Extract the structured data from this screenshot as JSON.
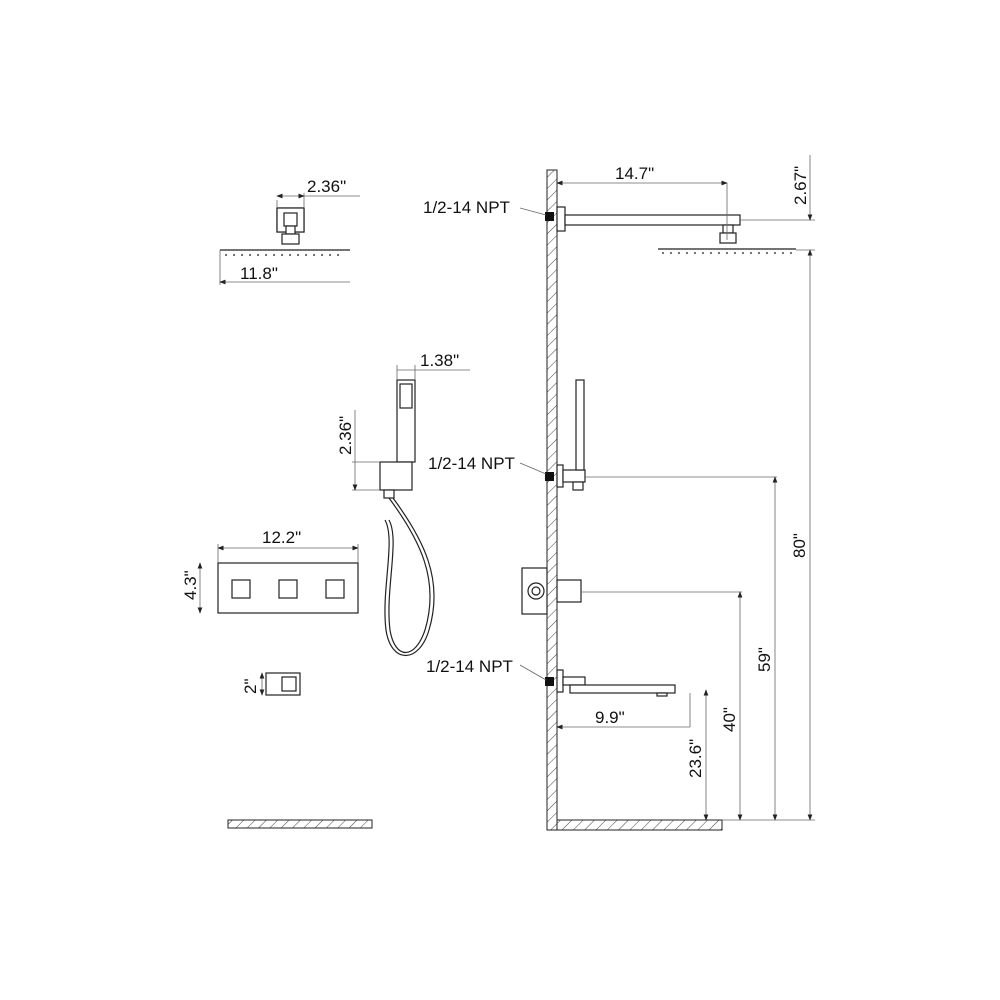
{
  "labels": {
    "rain_head_neck_width": "2.36\"",
    "rain_head_width": "11.8\"",
    "handheld_width": "1.38\"",
    "handheld_holder_height": "2.36\"",
    "valve_plate_width": "12.2\"",
    "valve_plate_height": "4.3\"",
    "spout_height": "2\"",
    "arm_length": "14.7\"",
    "head_drop": "2.67\"",
    "npt_top": "1/2-14 NPT",
    "npt_middle": "1/2-14 NPT",
    "npt_bottom": "1/2-14 NPT",
    "spout_length": "9.9\"",
    "spout_from_floor": "23.6\"",
    "valve_from_floor": "40\"",
    "handheld_from_floor": "59\"",
    "head_from_floor": "80\""
  },
  "colors": {
    "line": "#222222",
    "background": "#ffffff"
  }
}
